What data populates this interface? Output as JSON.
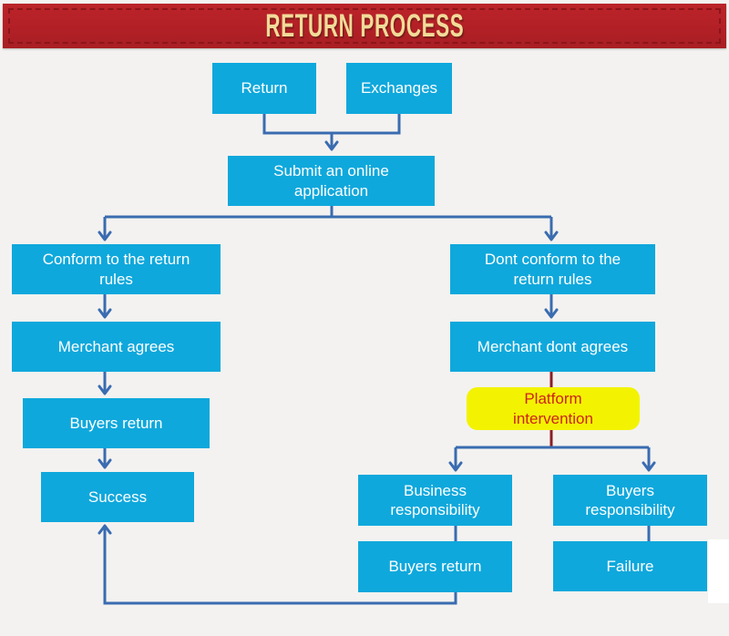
{
  "banner": {
    "title": "RETURN PROCESS",
    "bg_color": "#b22026",
    "stitch_color": "#8c151a",
    "title_color": "#f2db99"
  },
  "colors": {
    "page_bg": "#f3f2f0",
    "node_bg": "#0fa8dc",
    "node_text": "#ffffff",
    "connector_blue": "#3a6cb0",
    "connector_maroon": "#8b1e23",
    "highlight_bg": "#f3f301",
    "highlight_text": "#cd2317"
  },
  "nodes": {
    "return": {
      "label": "Return"
    },
    "exchanges": {
      "label": "Exchanges"
    },
    "submit": {
      "label": "Submit an online application"
    },
    "conform": {
      "label": "Conform to the return rules"
    },
    "dont_conform": {
      "label": "Dont conform to the return rules"
    },
    "merchant_agrees": {
      "label": "Merchant agrees"
    },
    "merchant_dont_agrees": {
      "label": "Merchant dont agrees"
    },
    "buyers_return_left": {
      "label": "Buyers return"
    },
    "platform_intervention": {
      "label": "Platform intervention"
    },
    "success": {
      "label": "Success"
    },
    "business_responsibility": {
      "label": "Business responsibility"
    },
    "buyers_responsibility": {
      "label": "Buyers responsibility"
    },
    "buyers_return_bottom": {
      "label": "Buyers return"
    },
    "failure": {
      "label": "Failure"
    }
  },
  "edges": [
    {
      "from": "return",
      "to": "submit"
    },
    {
      "from": "exchanges",
      "to": "submit"
    },
    {
      "from": "submit",
      "to": "conform"
    },
    {
      "from": "submit",
      "to": "dont_conform"
    },
    {
      "from": "conform",
      "to": "merchant_agrees"
    },
    {
      "from": "merchant_agrees",
      "to": "buyers_return_left"
    },
    {
      "from": "buyers_return_left",
      "to": "success"
    },
    {
      "from": "dont_conform",
      "to": "merchant_dont_agrees"
    },
    {
      "from": "merchant_dont_agrees",
      "to": "platform_intervention"
    },
    {
      "from": "platform_intervention",
      "to": "business_responsibility"
    },
    {
      "from": "platform_intervention",
      "to": "buyers_responsibility"
    },
    {
      "from": "business_responsibility",
      "to": "buyers_return_bottom"
    },
    {
      "from": "buyers_responsibility",
      "to": "failure"
    },
    {
      "from": "buyers_return_bottom",
      "to": "success"
    }
  ]
}
